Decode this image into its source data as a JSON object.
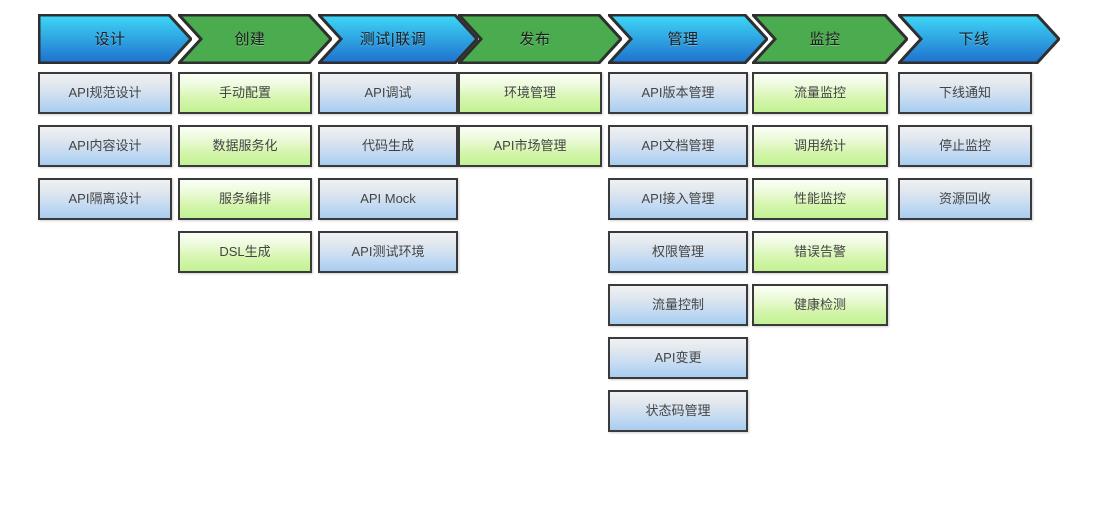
{
  "diagram": {
    "title": "API lifecycle phase diagram",
    "colors": {
      "chevron_blue_top": "#3ed8f7",
      "chevron_blue_bottom": "#1f70cd",
      "chevron_green": "#4aab4f",
      "chevron_outline": "#2f2f2f",
      "card_blue_bottom": "#a8cdf0",
      "card_green_bottom": "#c2f294",
      "card_outline": "#3a3a3a",
      "card_text": "#444444",
      "background": "#ffffff"
    },
    "phases": [
      {
        "label": "设计",
        "accent": "blue",
        "items": [
          {
            "label": "API规范设计",
            "accent": "blue"
          },
          {
            "label": "API内容设计",
            "accent": "blue"
          },
          {
            "label": "API隔离设计",
            "accent": "blue"
          }
        ]
      },
      {
        "label": "创建",
        "accent": "green",
        "items": [
          {
            "label": "手动配置",
            "accent": "green"
          },
          {
            "label": "数据服务化",
            "accent": "green"
          },
          {
            "label": "服务编排",
            "accent": "green"
          },
          {
            "label": "DSL生成",
            "accent": "green"
          }
        ]
      },
      {
        "label": "测试|联调",
        "accent": "blue",
        "items": [
          {
            "label": "API调试",
            "accent": "blue"
          },
          {
            "label": "代码生成",
            "accent": "blue"
          },
          {
            "label": "API Mock",
            "accent": "blue"
          },
          {
            "label": "API测试环境",
            "accent": "blue"
          }
        ]
      },
      {
        "label": "发布",
        "accent": "green",
        "items": [
          {
            "label": "环境管理",
            "accent": "green"
          },
          {
            "label": "API市场管理",
            "accent": "green"
          }
        ]
      },
      {
        "label": "管理",
        "accent": "blue",
        "items": [
          {
            "label": "API版本管理",
            "accent": "blue"
          },
          {
            "label": "API文档管理",
            "accent": "blue"
          },
          {
            "label": "API接入管理",
            "accent": "blue"
          },
          {
            "label": "权限管理",
            "accent": "blue"
          },
          {
            "label": "流量控制",
            "accent": "blue"
          },
          {
            "label": "API变更",
            "accent": "blue"
          },
          {
            "label": "状态码管理",
            "accent": "blue"
          }
        ]
      },
      {
        "label": "监控",
        "accent": "green",
        "items": [
          {
            "label": "流量监控",
            "accent": "green"
          },
          {
            "label": "调用统计",
            "accent": "green"
          },
          {
            "label": "性能监控",
            "accent": "green"
          },
          {
            "label": "错误告警",
            "accent": "green"
          },
          {
            "label": "健康检测",
            "accent": "green"
          }
        ]
      },
      {
        "label": "下线",
        "accent": "blue",
        "items": [
          {
            "label": "下线通知",
            "accent": "blue"
          },
          {
            "label": "停止监控",
            "accent": "blue"
          },
          {
            "label": "资源回收",
            "accent": "blue"
          }
        ]
      }
    ]
  }
}
